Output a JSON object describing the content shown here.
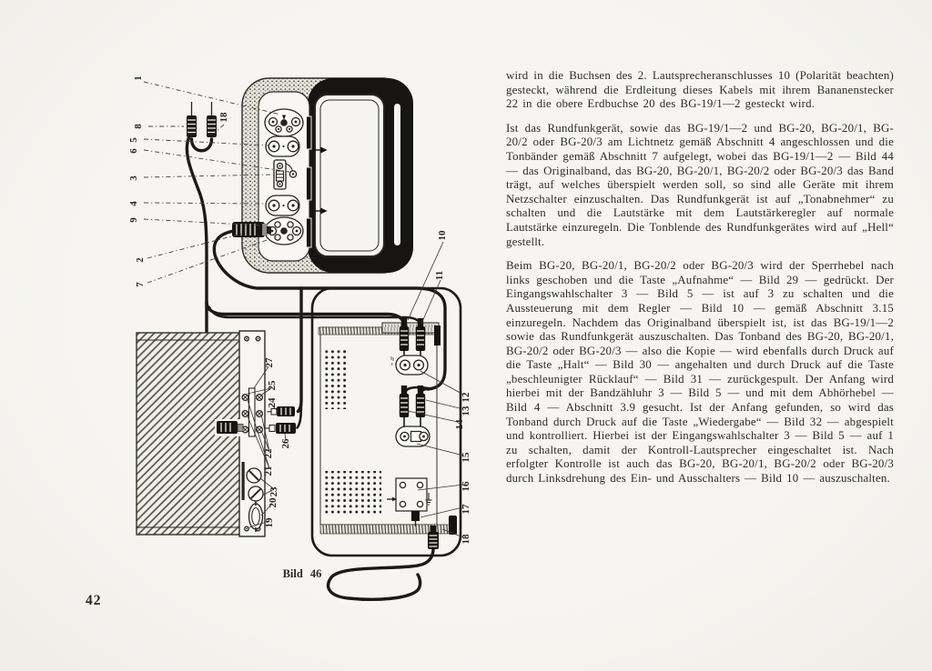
{
  "page": {
    "number": "42",
    "background": "#f4f3ef",
    "ink": "#2b2924"
  },
  "figure": {
    "caption": "Bild 46"
  },
  "diagram": {
    "upper_labels": {
      "l1": "1",
      "l8": "8",
      "l18": "18",
      "l5": "5",
      "l6": "6",
      "l3": "3",
      "l4": "4",
      "l9": "9",
      "l2": "2",
      "l7": "7"
    },
    "left_labels": {
      "l27": "27",
      "l25": "25",
      "l24": "24",
      "l26": "26",
      "l22": "22",
      "l21": "21",
      "l23": "23",
      "l20": "20",
      "l19": "19"
    },
    "right_labels": {
      "l10": "10",
      "l11": "11",
      "l12": "12",
      "l13": "13",
      "l14": "14",
      "l15": "15",
      "l16": "16",
      "l17": "17",
      "l18": "18"
    }
  },
  "text": {
    "paragraphs": [
      "wird in die Buchsen des 2. Lautsprecheranschlusses 10 (Polarität beachten) gesteckt, während die Erdleitung dieses Kabels mit ihrem Bananenstecker 22 in die obere Erdbuchse 20 des BG-19/1—2 gesteckt wird.",
      "Ist das Rundfunkgerät, sowie das BG-19/1—2 und BG-20, BG-20/1, BG-20/2 oder BG-20/3 am Lichtnetz gemäß Abschnitt 4 angeschlossen und die Tonbänder gemäß Abschnitt 7 aufgelegt, wobei das BG-19/1—2 — Bild 44 — das Originalband, das BG-20, BG-20/1, BG-20/2 oder BG-20/3 das Band trägt, auf welches überspielt werden soll, so sind alle Geräte mit ihrem Netzschalter einzuschalten. Das Rundfunkgerät ist auf „Tonabnehmer“ zu schalten und die Lautstärke mit dem Lautstärkeregler auf normale Lautstärke einzuregeln. Die Tonblende des Rundfunkgerätes wird auf „Hell“ gestellt.",
      "Beim BG-20, BG-20/1, BG-20/2 oder BG-20/3 wird der Sperrhebel nach links geschoben und die Taste „Aufnahme“ — Bild 29 — gedrückt. Der Eingangswahlschalter 3 — Bild 5 — ist auf 3 zu schalten und die Aussteuerung mit dem Regler — Bild 10 — gemäß Abschnitt 3.15 einzuregeln. Nachdem das Originalband überspielt ist, ist das BG-19/1—2 sowie das Rundfunkgerät auszuschalten. Das Tonband des BG-20, BG-20/1, BG-20/2 oder BG-20/3 — also die Kopie — wird ebenfalls durch Druck auf die Taste „Halt“ — Bild 30 — angehalten und durch Druck auf die Taste „beschleunigter Rücklauf“ — Bild 31 — zurückgespult. Der Anfang wird hierbei mit der Bandzähluhr 3 — Bild 5 — und mit dem Abhörhebel — Bild 4 — Abschnitt 3.9 gesucht. Ist der Anfang gefunden, so wird das Tonband durch Druck auf die Taste „Wiedergabe“ — Bild 32 — abgespielt und kontrolliert. Hierbei ist der Eingangswahlschalter 3 — Bild 5 — auf 1 zu schalten, damit der Kontroll-Lautsprecher eingeschaltet ist. Nach erfolgter Kontrolle ist auch das BG-20, BG-20/1, BG-20/2 oder BG-20/3 durch Linksdrehung des Ein- und Ausschalters — Bild 10 — auszuschalten."
    ]
  }
}
